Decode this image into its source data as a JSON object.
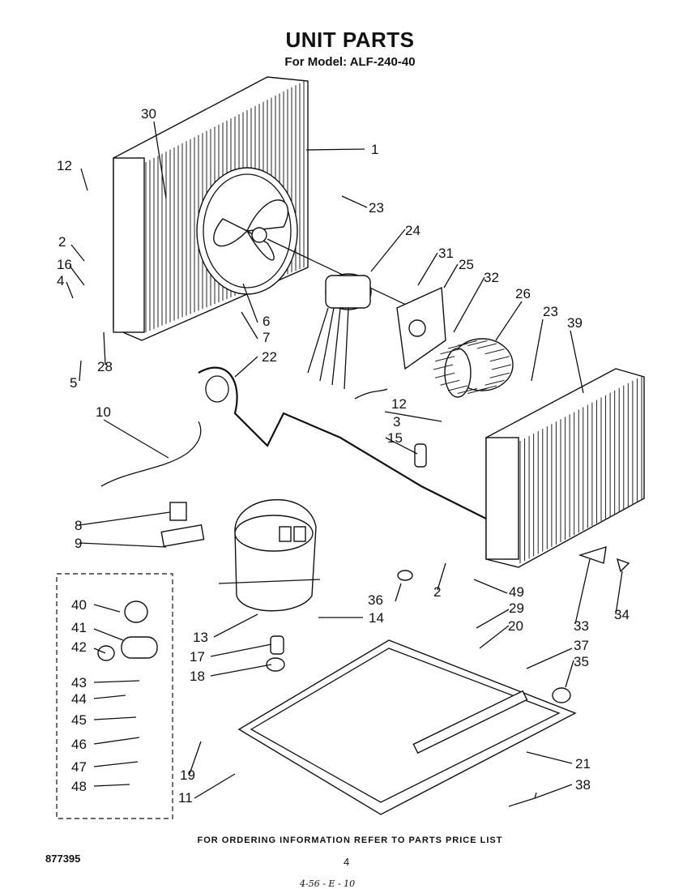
{
  "header": {
    "title": "UNIT PARTS",
    "subtitle": "For Model: ALF-240-40"
  },
  "footer": {
    "ordering_note": "FOR ORDERING INFORMATION REFER TO PARTS PRICE LIST",
    "document_number": "877395",
    "page_number": "4",
    "handwritten_note": "4-56 - E - 10"
  },
  "callouts": [
    "1",
    "2",
    "3",
    "4",
    "5",
    "6",
    "7",
    "8",
    "9",
    "10",
    "11",
    "12",
    "13",
    "14",
    "15",
    "16",
    "17",
    "18",
    "19",
    "20",
    "21",
    "22",
    "23",
    "24",
    "25",
    "26",
    "28",
    "29",
    "30",
    "31",
    "32",
    "33",
    "34",
    "35",
    "36",
    "37",
    "38",
    "39",
    "40",
    "41",
    "42",
    "43",
    "44",
    "45",
    "46",
    "47",
    "48",
    "49"
  ]
}
